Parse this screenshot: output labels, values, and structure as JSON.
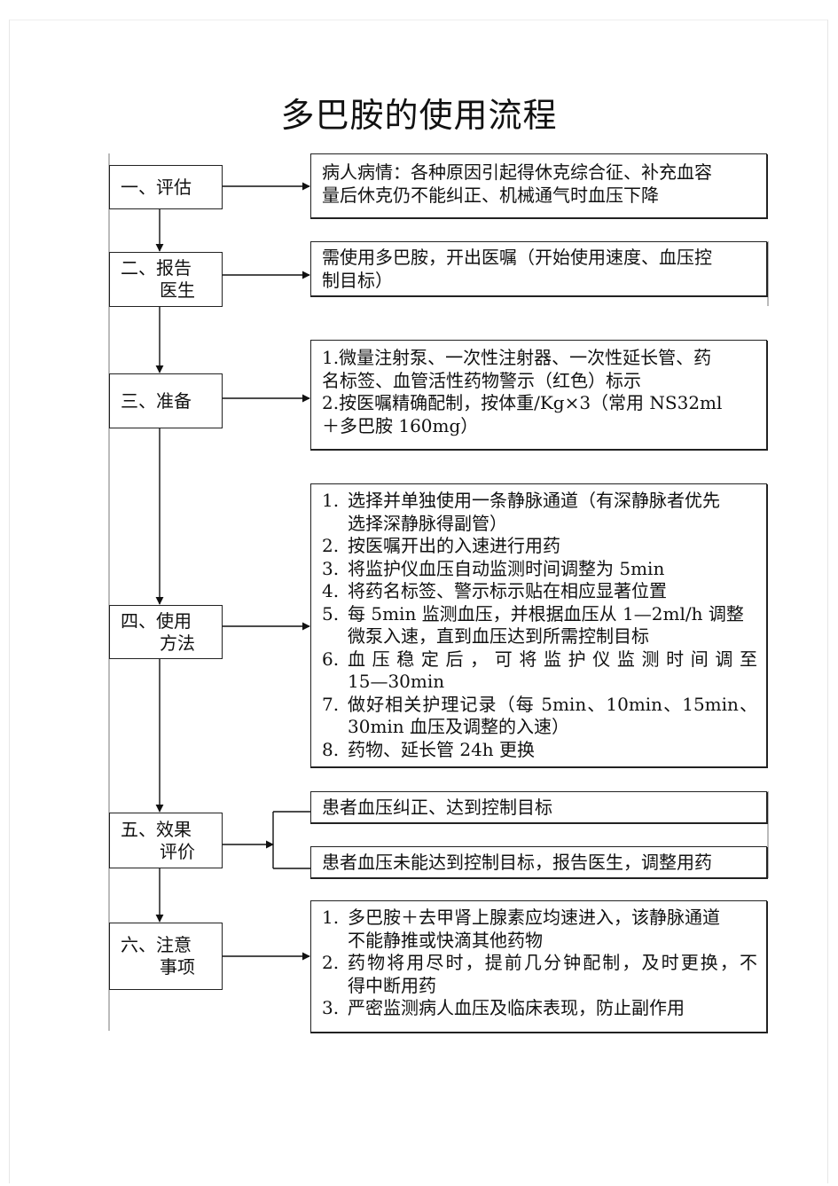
{
  "title": "多巴胺的使用流程",
  "stages": [
    {
      "line1": "一、评估",
      "line2": ""
    },
    {
      "line1": "二、报告",
      "line2": "医生"
    },
    {
      "line1": "三、准备",
      "line2": ""
    },
    {
      "line1": "四、使用",
      "line2": "方法"
    },
    {
      "line1": "五、效果",
      "line2": "评价"
    },
    {
      "line1": "六、注意",
      "line2": "事项"
    }
  ],
  "assess_box": {
    "lines": [
      "病人病情：各种原因引起得休克综合征、补充血容",
      "量后休克仍不能纠正、机械通气时血压下降"
    ]
  },
  "report_box": {
    "lines": [
      "需使用多巴胺，开出医嘱（开始使用速度、血压控",
      "制目标）"
    ]
  },
  "prepare_box": {
    "lines": [
      "1.微量注射泵、一次性注射器、一次性延长管、药",
      "名标签、血管活性药物警示（红色）标示",
      "2.按医嘱精确配制，按体重/Kg×3（常用 NS32ml",
      "＋多巴胺 160mg）"
    ]
  },
  "method_box": {
    "items": [
      {
        "num": "1.",
        "lines": [
          "选择并单独使用一条静脉通道（有深静脉者优先",
          "选择深静脉得副管）"
        ]
      },
      {
        "num": "2.",
        "lines": [
          "按医嘱开出的入速进行用药"
        ]
      },
      {
        "num": "3.",
        "lines": [
          "将监护仪血压自动监测时间调整为 5min"
        ]
      },
      {
        "num": "4.",
        "lines": [
          "将药名标签、警示标示贴在相应显著位置"
        ]
      },
      {
        "num": "5.",
        "lines": [
          "每 5min 监测血压，并根据血压从 1—2ml/h 调整",
          "微泵入速，直到血压达到所需控制目标"
        ]
      },
      {
        "num": "6.",
        "lines": [
          "血压稳定后，可将监护仪监测时间调至",
          "15—30min"
        ]
      },
      {
        "num": "7.",
        "lines": [
          "做好相关护理记录（每 5min、10min、15min、",
          "30min 血压及调整的入速）"
        ]
      },
      {
        "num": "8.",
        "lines": [
          "药物、延长管 24h 更换"
        ]
      }
    ]
  },
  "eval_box_success": {
    "text": "患者血压纠正、达到控制目标"
  },
  "eval_box_fail": {
    "text": "患者血压未能达到控制目标，报告医生，调整用药"
  },
  "notes_box": {
    "items": [
      {
        "num": "1.",
        "lines": [
          "多巴胺＋去甲肾上腺素应均速进入，该静脉通道",
          "不能静推或快滴其他药物"
        ]
      },
      {
        "num": "2.",
        "lines": [
          "药物将用尽时，提前几分钟配制，及时更换，不",
          "得中断用药"
        ]
      },
      {
        "num": "3.",
        "lines": [
          "严密监测病人血压及临床表现，防止副作用"
        ]
      }
    ]
  }
}
